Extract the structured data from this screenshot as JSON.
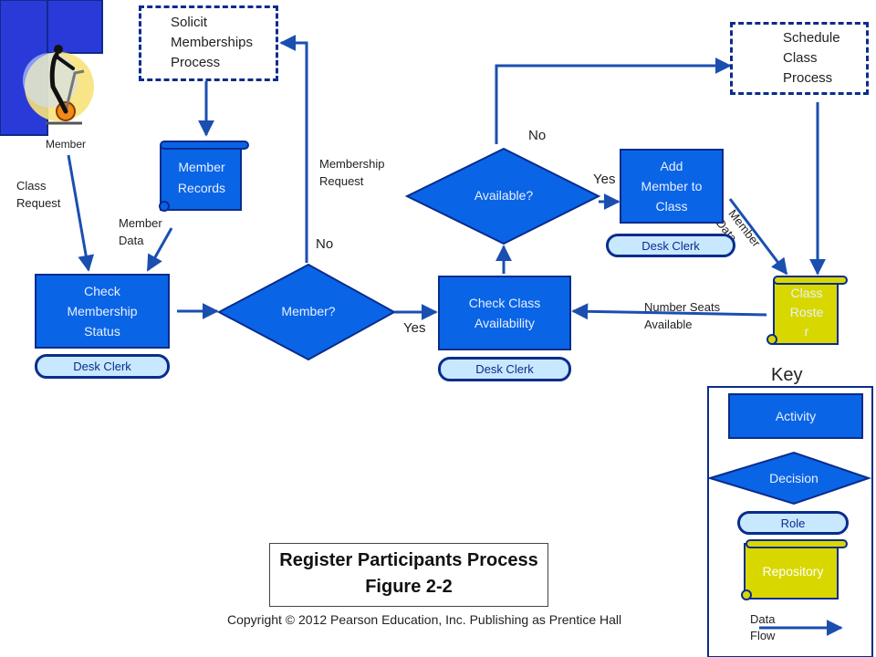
{
  "member": {
    "label": "Member"
  },
  "solicit_process": {
    "label": "Solicit\nMemberships\nProcess"
  },
  "schedule_process": {
    "label": "Schedule\nClass\nProcess"
  },
  "member_records": {
    "label": "Member\nRecords"
  },
  "check_membership": {
    "label": "Check\nMembership\nStatus",
    "role": "Desk Clerk"
  },
  "member_decision": {
    "label": "Member?"
  },
  "available_decision": {
    "label": "Available?"
  },
  "check_class": {
    "label": "Check Class\nAvailability",
    "role": "Desk Clerk"
  },
  "add_member": {
    "label": "Add\nMember to\nClass",
    "role": "Desk Clerk"
  },
  "class_roster": {
    "label": "Class\nRoste\nr"
  },
  "flows": {
    "class_request": "Class\nRequest",
    "member_data_left": "Member\nData",
    "membership_request": "Membership\nRequest",
    "no_member": "No",
    "yes_member": "Yes",
    "no_available": "No",
    "yes_available": "Yes",
    "member_data_right": "Member\nData",
    "number_seats": "Number Seats\nAvailable"
  },
  "key": {
    "title": "Key",
    "activity": "Activity",
    "decision": "Decision",
    "role": "Role",
    "repository": "Repository",
    "data_flow": "Data\nFlow"
  },
  "caption": {
    "title": "Register Participants Process",
    "figure": "Figure 2-2"
  },
  "copyright": "Copyright © 2012 Pearson Education, Inc. Publishing as Prentice Hall",
  "colors": {
    "activity": "#0a64e6",
    "border": "#0a2c8c",
    "arrow": "#1a4fb0",
    "repository": "#d8d800",
    "role_fill": "#c8e8ff",
    "member_block": "#2a3ad8"
  },
  "icons": {
    "member": "exercise-bike-figure-icon"
  }
}
